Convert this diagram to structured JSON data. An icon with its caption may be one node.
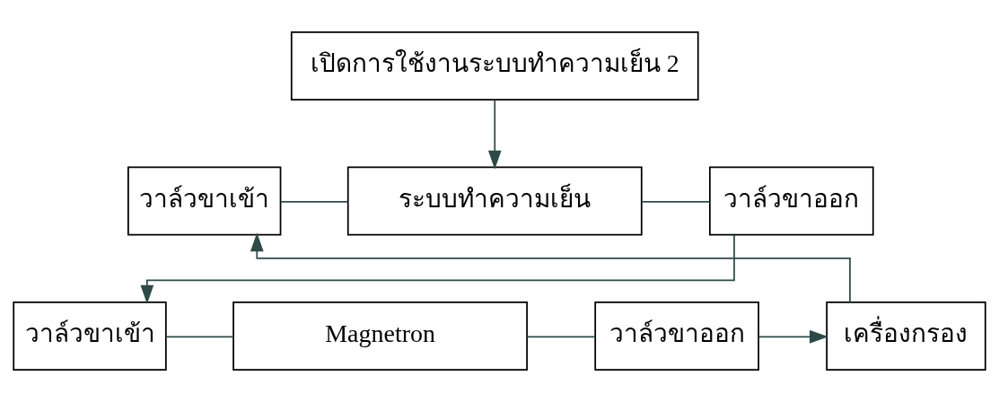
{
  "diagram": {
    "nodes": [
      {
        "text": [
          "เปิดการใช้งานระบบทำความเย็น 2"
        ]
      },
      {
        "text": [
          "วาล์วขาเข้า"
        ]
      },
      {
        "text": [
          "ระบบทำความเย็น"
        ]
      },
      {
        "text": [
          "วาล์วขาออก"
        ]
      },
      {
        "text": [
          "เครื่องกรอง"
        ]
      },
      {
        "text": [
          "วาล์วขาออก"
        ]
      },
      {
        "text": [
          "Magnetron"
        ]
      },
      {
        "text": [
          "วาล์วขาเข้า"
        ]
      }
    ],
    "edges": [
      {
        "from": 0,
        "to": 2,
        "arrow": "to"
      },
      {
        "from": 1,
        "to": 2,
        "arrow": "none"
      },
      {
        "from": 2,
        "to": 3,
        "arrow": "none"
      },
      {
        "from": 3,
        "to": 7,
        "arrow": "to"
      },
      {
        "from": 7,
        "to": 6,
        "arrow": "none"
      },
      {
        "from": 6,
        "to": 5,
        "arrow": "none"
      },
      {
        "from": 5,
        "to": 4,
        "arrow": "to"
      },
      {
        "from": 4,
        "to": 1,
        "arrow": "to"
      }
    ]
  }
}
